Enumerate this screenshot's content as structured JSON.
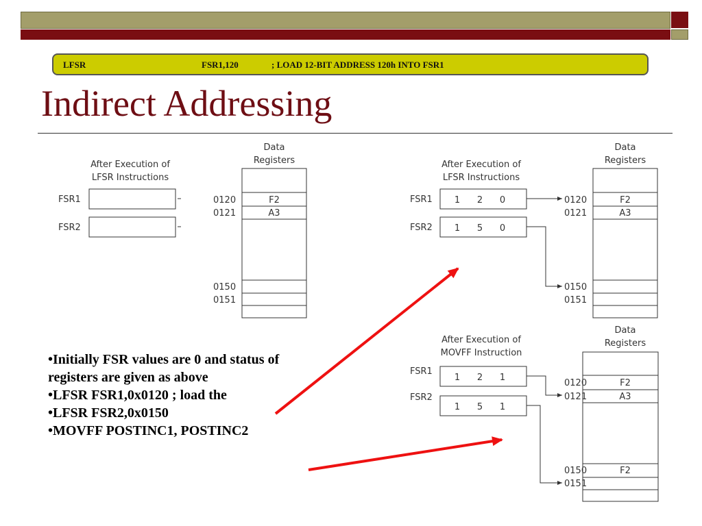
{
  "header_bar": {
    "instruction": "LFSR",
    "operands": "FSR1,120",
    "comment": "; LOAD 12-BIT ADDRESS 120h INTO FSR1"
  },
  "title": "Indirect Addressing",
  "diagrams": {
    "d1": {
      "caption_line1": "After Execution of",
      "caption_line2": "LFSR Instructions",
      "data_title_line1": "Data",
      "data_title_line2": "Registers",
      "fsr1_label": "FSR1",
      "fsr2_label": "FSR2",
      "addr_0120": "0120",
      "addr_0121": "0121",
      "addr_0150": "0150",
      "addr_0151": "0151",
      "val_0120": "F2",
      "val_0121": "A3"
    },
    "d2": {
      "caption_line1": "After Execution of",
      "caption_line2": "LFSR Instructions",
      "data_title_line1": "Data",
      "data_title_line2": "Registers",
      "fsr1_label": "FSR1",
      "fsr2_label": "FSR2",
      "fsr1_digits": [
        "1",
        "2",
        "0"
      ],
      "fsr2_digits": [
        "1",
        "5",
        "0"
      ],
      "addr_0120": "0120",
      "addr_0121": "0121",
      "addr_0150": "0150",
      "addr_0151": "0151",
      "val_0120": "F2",
      "val_0121": "A3"
    },
    "d3": {
      "caption_line1": "After Execution of",
      "caption_line2": "MOVFF Instruction",
      "data_title_line1": "Data",
      "data_title_line2": "Registers",
      "fsr1_label": "FSR1",
      "fsr2_label": "FSR2",
      "fsr1_digits": [
        "1",
        "2",
        "1"
      ],
      "fsr2_digits": [
        "1",
        "5",
        "1"
      ],
      "addr_0120": "0120",
      "addr_0121": "0121",
      "addr_0150": "0150",
      "addr_0151": "0151",
      "val_0120": "F2",
      "val_0121": "A3",
      "val_0150": "F2"
    }
  },
  "bullets": [
    "•Initially FSR values are 0 and status of registers are given as above",
    "•LFSR   FSR1,0x0120 ; load the",
    "•LFSR   FSR2,0x0150",
    "•MOVFF  POSTINC1, POSTINC2"
  ],
  "colors": {
    "title": "#6e0e14",
    "header_band": "#a39e6a",
    "header_accent": "#7a0e12",
    "code_bar": "#cccc00",
    "annotation_arrow": "#ee1111"
  }
}
